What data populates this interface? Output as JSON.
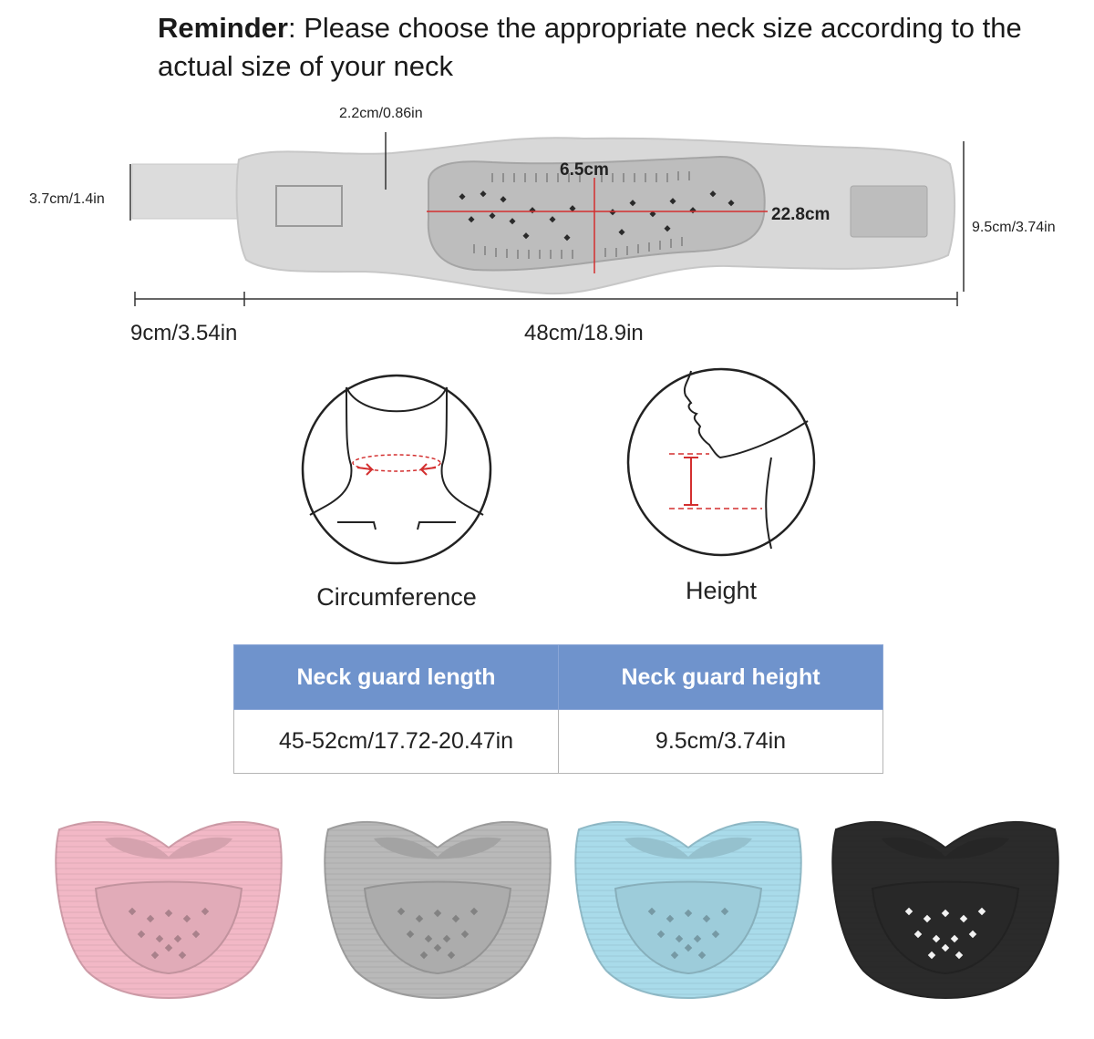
{
  "reminder": {
    "label": "Reminder",
    "text": ": Please choose the appropriate neck size according to the actual size of your neck"
  },
  "diagram": {
    "thickness": "2.2cm/0.86in",
    "strap_width": "3.7cm/1.4in",
    "inner_height": "6.5cm",
    "inner_length": "22.8cm",
    "total_height": "9.5cm/3.74in",
    "strap_length": "9cm/3.54in",
    "body_length": "48cm/18.9in"
  },
  "measure": {
    "circumference_label": "Circumference",
    "height_label": "Height"
  },
  "size_table": {
    "headers": [
      "Neck guard length",
      "Neck guard height"
    ],
    "values": [
      "45-52cm/17.72-20.47in",
      "9.5cm/3.74in"
    ]
  },
  "colors": {
    "header_blue": "#6f93cc",
    "measure_red": "#d32f2f",
    "variants": [
      "#f2b8c6",
      "#b9b9b9",
      "#a9dbea",
      "#2b2b2b"
    ]
  }
}
